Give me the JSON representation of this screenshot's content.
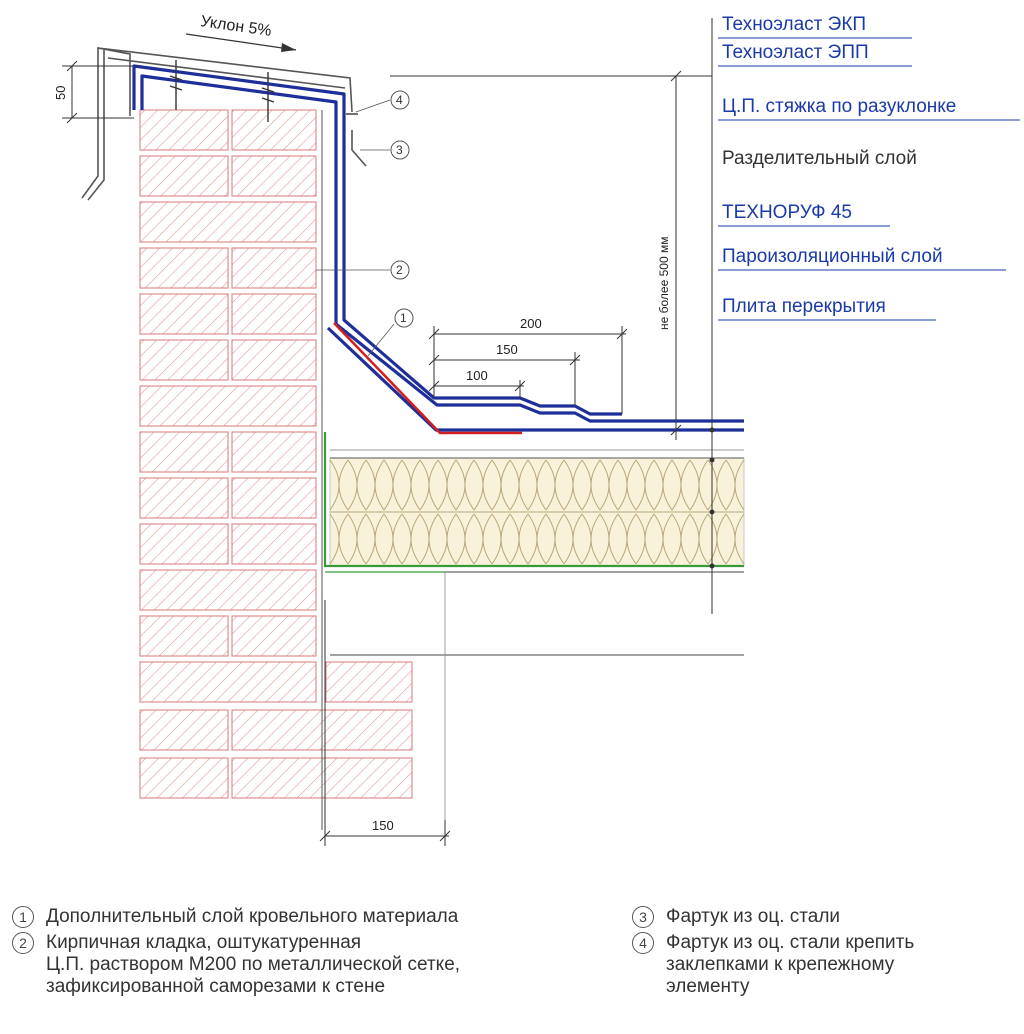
{
  "slope_label": "Уклон 5%",
  "dimensions": {
    "parapet_height": "50",
    "overlap_200": "200",
    "overlap_150": "150",
    "overlap_100": "100",
    "max_height": "не более 500 мм",
    "offset_150": "150"
  },
  "callouts": [
    "1",
    "2",
    "3",
    "4"
  ],
  "layers": [
    {
      "label": "Техноэласт ЭКП",
      "color": "#1a3aa8"
    },
    {
      "label": "Техноэласт ЭПП",
      "color": "#1a3aa8"
    },
    {
      "label": "Ц.П. стяжка по разуклонке",
      "color": "#1a3aa8"
    },
    {
      "label": "Разделительный слой",
      "color": "#333333"
    },
    {
      "label": "ТЕХНОРУФ 45",
      "color": "#1a3aa8"
    },
    {
      "label": "Пароизоляционный слой",
      "color": "#1a3aa8"
    },
    {
      "label": "Плита перекрытия",
      "color": "#1a3aa8"
    }
  ],
  "legend": [
    {
      "num": "1",
      "text": "Дополнительный слой кровельного материала"
    },
    {
      "num": "2",
      "text": "Кирпичная кладка, оштукатуренная\nЦ.П. раствором М200 по металлической сетке,\nзафиксированной саморезами к стене"
    },
    {
      "num": "3",
      "text": "Фартук из оц. стали"
    },
    {
      "num": "4",
      "text": "Фартук из оц. стали крепить\nзаклепками к крепежному\nэлементу"
    }
  ],
  "colors": {
    "membrane": "#1f2f9a",
    "extra_layer": "#d42020",
    "vapor_barrier": "#3a9a3a",
    "insulation_fill": "#f7f1d8",
    "brick_hatch": "#e08a8a"
  }
}
